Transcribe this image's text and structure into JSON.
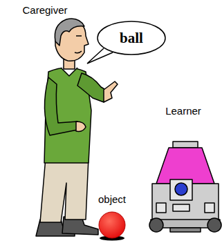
{
  "diagram": {
    "nodes": [
      {
        "text": [
          "ball"
        ]
      }
    ],
    "labels": [
      "Caregiver",
      "Learner",
      "object"
    ]
  }
}
